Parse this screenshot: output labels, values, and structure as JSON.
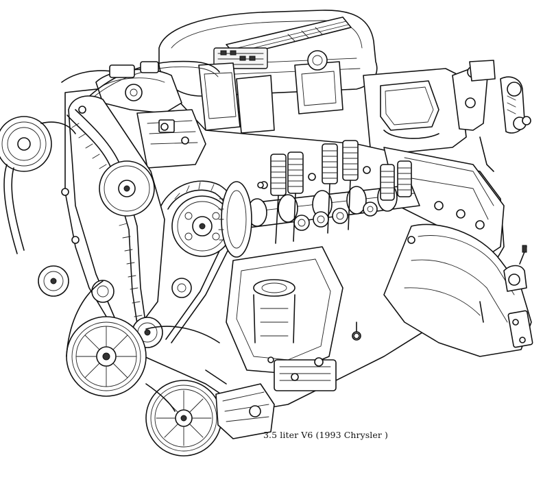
{
  "caption": "3.5 liter V6 (1993 Chrysler )",
  "colors": {
    "line": "#111111",
    "background": "#ffffff"
  },
  "figure": {
    "subject": "engine",
    "components": [
      "air-intake-plenum",
      "throttle-body",
      "timing-belt",
      "crankshaft-pulley",
      "idler-pulleys",
      "camshaft",
      "valve-springs",
      "exhaust-manifold",
      "accessory-pulley"
    ]
  }
}
